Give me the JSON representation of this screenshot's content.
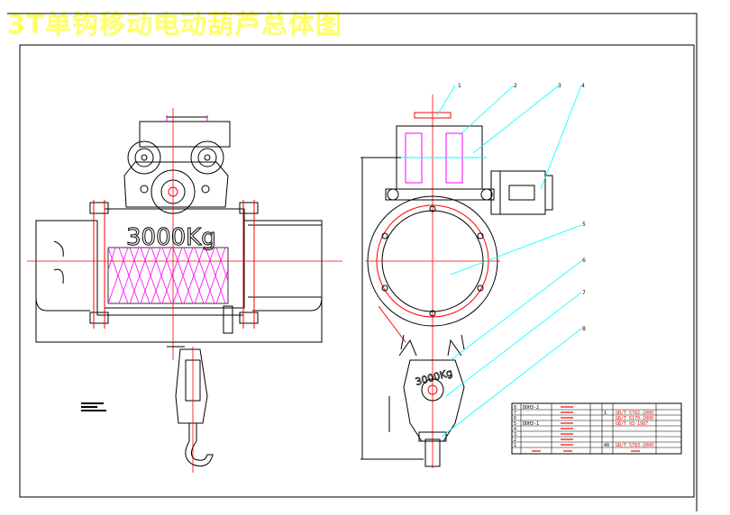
{
  "title": "3T单钩移动电动葫芦总体图",
  "capacity_label": "3000Kg",
  "hook_label": "3000Kg",
  "balloons": [
    "1",
    "2",
    "3",
    "4",
    "5",
    "6",
    "7",
    "8"
  ],
  "bom": {
    "rows": [
      {
        "no": "8",
        "code": "DDH3-2",
        "name": "",
        "qty": "",
        "std": ""
      },
      {
        "no": "7",
        "code": "",
        "name": "",
        "qty": "1",
        "std": "GB/T 5782-2000"
      },
      {
        "no": "6",
        "code": "",
        "name": "",
        "qty": "",
        "std": "GB/T 6170-2000"
      },
      {
        "no": "5",
        "code": "DDH3-1",
        "name": "",
        "qty": "",
        "std": "GB/T 93-1987"
      },
      {
        "no": "4",
        "code": "",
        "name": "",
        "qty": "",
        "std": ""
      },
      {
        "no": "3",
        "code": "",
        "name": "",
        "qty": "",
        "std": ""
      },
      {
        "no": "2",
        "code": "",
        "name": "",
        "qty": "",
        "std": ""
      },
      {
        "no": "1",
        "code": "",
        "name": "",
        "qty": "48",
        "std": "GB/T 5783-2000"
      }
    ]
  },
  "colors": {
    "outline": "#000000",
    "red": "#ff0000",
    "cyan": "#00ffff",
    "magenta": "#ff00ff",
    "yellow": "#ffff66"
  }
}
